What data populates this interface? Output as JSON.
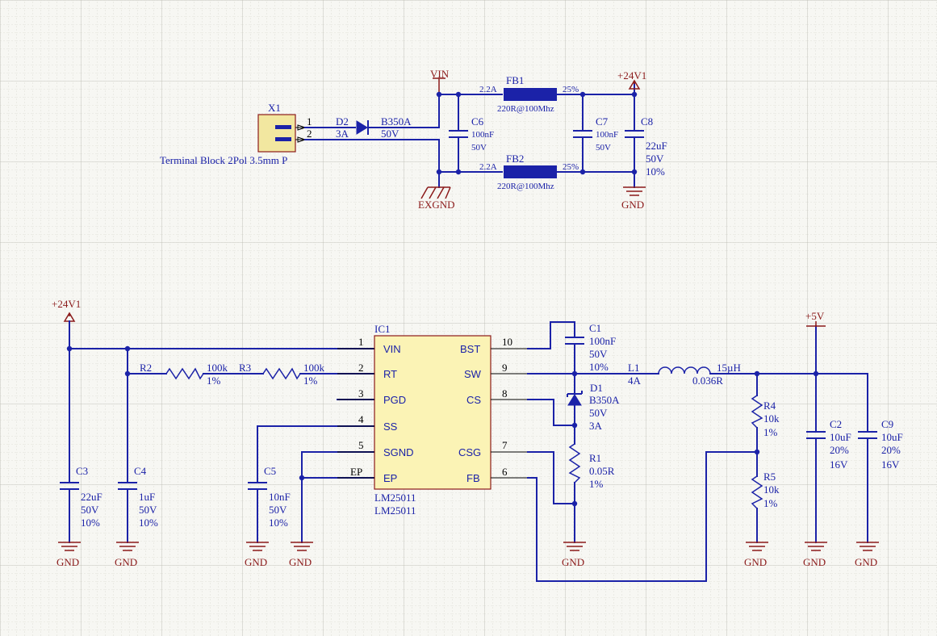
{
  "top": {
    "x1": {
      "designator": "X1",
      "pin1": "1",
      "pin2": "2",
      "value": "Terminal Block 2Pol 3.5mm P"
    },
    "d2": {
      "designator": "D2",
      "current": "3A",
      "part": "B350A",
      "voltage": "50V"
    },
    "vin": "VIN",
    "exgnd": "EXGND",
    "c6": {
      "designator": "C6",
      "value": "100nF",
      "voltage": "50V"
    },
    "fb1": {
      "designator": "FB1",
      "current": "2.2A",
      "value": "220R@100Mhz",
      "tol": "25%"
    },
    "fb2": {
      "designator": "FB2",
      "current": "2.2A",
      "value": "220R@100Mhz",
      "tol": "25%"
    },
    "c7": {
      "designator": "C7",
      "value": "100nF",
      "voltage": "50V"
    },
    "c8": {
      "designator": "C8",
      "value": "22uF",
      "voltage": "50V",
      "tol": "10%"
    },
    "plus24": "+24V1",
    "gnd": "GND"
  },
  "bottom": {
    "plus24": "+24V1",
    "plus5": "+5V",
    "gnd": "GND",
    "ic1": {
      "designator": "IC1",
      "part1": "LM25011",
      "part2": "LM25011",
      "left_pins": [
        {
          "num": "1",
          "name": "VIN"
        },
        {
          "num": "2",
          "name": "RT"
        },
        {
          "num": "3",
          "name": "PGD"
        },
        {
          "num": "4",
          "name": "SS"
        },
        {
          "num": "5",
          "name": "SGND"
        },
        {
          "num": "EP",
          "name": "EP"
        }
      ],
      "right_pins": [
        {
          "num": "10",
          "name": "BST"
        },
        {
          "num": "9",
          "name": "SW"
        },
        {
          "num": "8",
          "name": "CS"
        },
        {
          "num": "7",
          "name": "CSG"
        },
        {
          "num": "6",
          "name": "FB"
        }
      ]
    },
    "r2": {
      "designator": "R2",
      "value": "100k",
      "tol": "1%"
    },
    "r3": {
      "designator": "R3",
      "value": "100k",
      "tol": "1%"
    },
    "c3": {
      "designator": "C3",
      "value": "22uF",
      "voltage": "50V",
      "tol": "10%"
    },
    "c4": {
      "designator": "C4",
      "value": "1uF",
      "voltage": "50V",
      "tol": "10%"
    },
    "c5": {
      "designator": "C5",
      "value": "10nF",
      "voltage": "50V",
      "tol": "10%"
    },
    "c1": {
      "designator": "C1",
      "value": "100nF",
      "voltage": "50V",
      "tol": "10%"
    },
    "d1": {
      "designator": "D1",
      "part": "B350A",
      "voltage": "50V",
      "current": "3A"
    },
    "r1": {
      "designator": "R1",
      "value": "0.05R",
      "tol": "1%"
    },
    "l1": {
      "designator": "L1",
      "current": "4A",
      "value": "15µH",
      "dcr": "0.036R"
    },
    "r4": {
      "designator": "R4",
      "value": "10k",
      "tol": "1%"
    },
    "r5": {
      "designator": "R5",
      "value": "10k",
      "tol": "1%"
    },
    "c2": {
      "designator": "C2",
      "value": "10uF",
      "tol": "20%",
      "voltage": "16V"
    },
    "c9": {
      "designator": "C9",
      "value": "10uF",
      "tol": "20%",
      "voltage": "16V"
    }
  }
}
